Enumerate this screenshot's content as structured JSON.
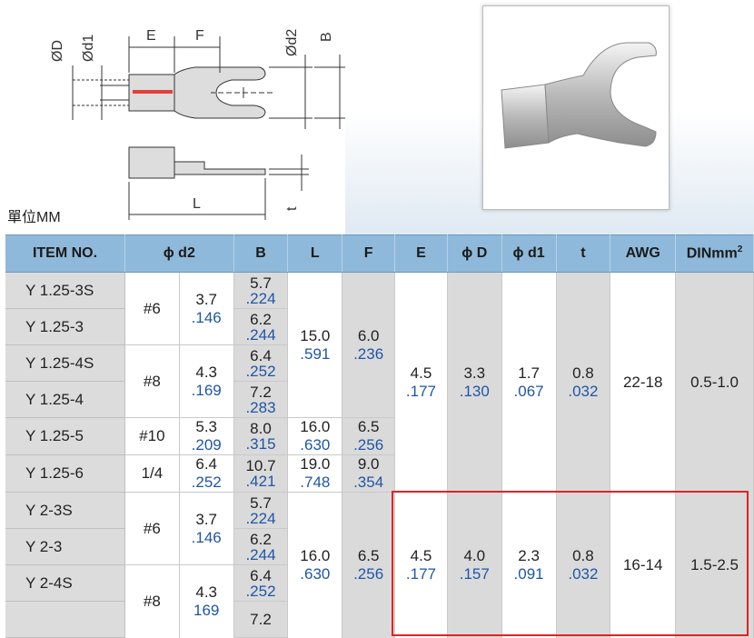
{
  "drawing": {
    "dims": {
      "D": "ØD",
      "d1": "Ød1",
      "E": "E",
      "F": "F",
      "d2": "Ød2",
      "B": "B",
      "L": "L",
      "t": "t"
    },
    "unit_label": "單位MM"
  },
  "photo": {
    "alt": "spade terminal photo"
  },
  "table": {
    "headers": {
      "item": "ITEM NO.",
      "d2": "ϕ d2",
      "B": "B",
      "L": "L",
      "F": "F",
      "E": "E",
      "D": "ϕ D",
      "d1": "ϕ d1",
      "t": "t",
      "awg": "AWG",
      "din": "DINmm",
      "din_sup": "2"
    },
    "rows": {
      "r1": "Y 1.25-3S",
      "r2": "Y 1.25-3",
      "r3": "Y 1.25-4S",
      "r4": "Y 1.25-4",
      "r5": "Y 1.25-5",
      "r6": "Y 1.25-6",
      "r7": "Y 2-3S",
      "r8": "Y 2-3",
      "r9": "Y 2-4S"
    },
    "screw": {
      "g1": "#6",
      "g2": "#8",
      "g3": "#10",
      "g4": "1/4",
      "g5": "#6",
      "g6": "#8"
    },
    "d2": {
      "g1": {
        "mm": "3.7",
        "in": ".146"
      },
      "g2": {
        "mm": "4.3",
        "in": ".169"
      },
      "g3": {
        "mm": "5.3",
        "in": ".209"
      },
      "g4": {
        "mm": "6.4",
        "in": ".252"
      },
      "g5": {
        "mm": "3.7",
        "in": ".146"
      },
      "g6": {
        "mm": "4.3",
        "in": "169"
      }
    },
    "B": {
      "r1": {
        "mm": "5.7",
        "in": ".224"
      },
      "r2": {
        "mm": "6.2",
        "in": ".244"
      },
      "r3": {
        "mm": "6.4",
        "in": ".252"
      },
      "r4": {
        "mm": "7.2",
        "in": ".283"
      },
      "r5": {
        "mm": "8.0",
        "in": ".315"
      },
      "r6": {
        "mm": "10.7",
        "in": ".421"
      },
      "r7": {
        "mm": "5.7",
        "in": ".224"
      },
      "r8": {
        "mm": "6.2",
        "in": ".244"
      },
      "r9": {
        "mm": "6.4",
        "in": ".252"
      },
      "r10": {
        "mm": "7.2",
        "in": ""
      }
    },
    "L": {
      "g1": {
        "mm": "15.0",
        "in": ".591"
      },
      "g2": {
        "mm": "16.0",
        "in": ".630"
      },
      "g3": {
        "mm": "19.0",
        "in": ".748"
      },
      "g4": {
        "mm": "16.0",
        "in": ".630"
      }
    },
    "F": {
      "g1": {
        "mm": "6.0",
        "in": ".236"
      },
      "g2": {
        "mm": "6.5",
        "in": ".256"
      },
      "g3": {
        "mm": "9.0",
        "in": ".354"
      },
      "g4": {
        "mm": "6.5",
        "in": ".256"
      }
    },
    "g125": {
      "E": {
        "mm": "4.5",
        "in": ".177"
      },
      "D": {
        "mm": "3.3",
        "in": ".130"
      },
      "d1": {
        "mm": "1.7",
        "in": ".067"
      },
      "t": {
        "mm": "0.8",
        "in": ".032"
      },
      "awg": "22-18",
      "din": "0.5-1.0"
    },
    "g2": {
      "E": {
        "mm": "4.5",
        "in": ".177"
      },
      "D": {
        "mm": "4.0",
        "in": ".157"
      },
      "d1": {
        "mm": "2.3",
        "in": ".091"
      },
      "t": {
        "mm": "0.8",
        "in": ".032"
      },
      "awg": "16-14",
      "din": "1.5-2.5"
    }
  }
}
